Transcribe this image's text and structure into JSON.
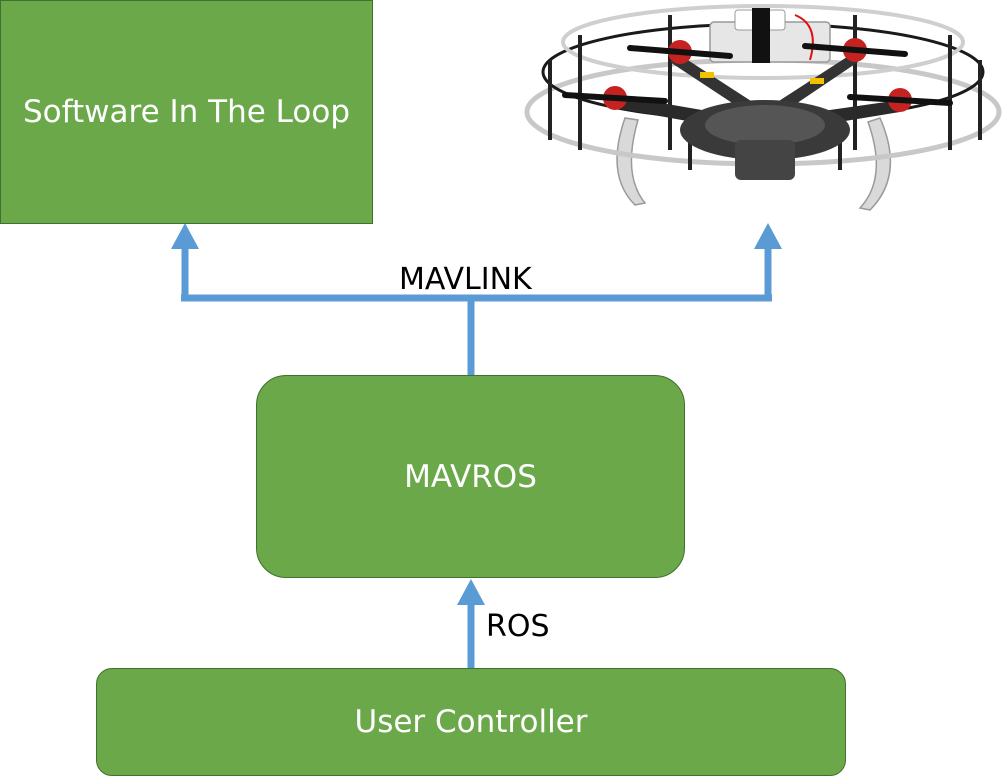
{
  "boxes": {
    "sil": "Software In The Loop",
    "mavros": "MAVROS",
    "user_controller": "User Controller"
  },
  "links": {
    "mavlink": "MAVLINK",
    "ros": "ROS"
  },
  "colors": {
    "box_fill": "#6aa84a",
    "box_border": "#41712a",
    "arrow": "#5b9bd5",
    "text_on_box": "#ffffff"
  },
  "icons": {
    "drone": "quadcopter-drone-image"
  }
}
